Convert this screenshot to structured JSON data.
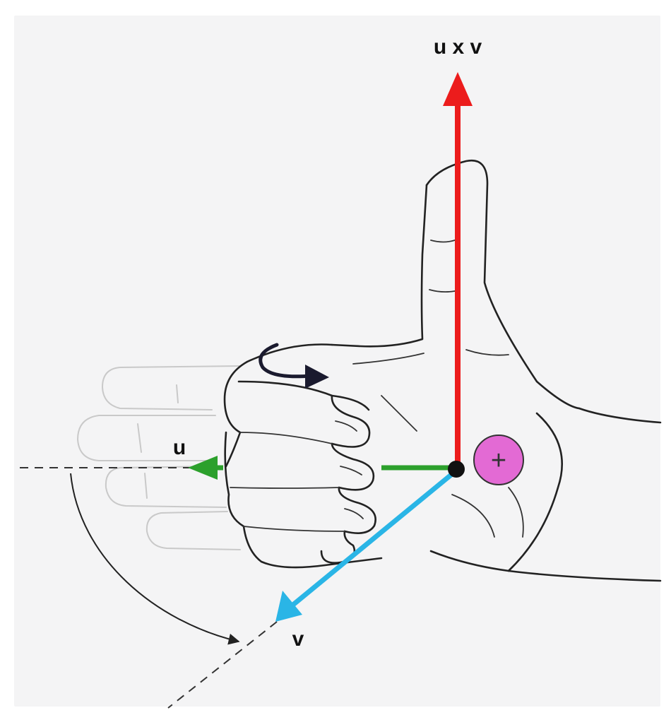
{
  "labels": {
    "cross": "u x v",
    "u": "u",
    "v": "v",
    "plus": "+"
  },
  "colors": {
    "background": "#f4f4f5",
    "cross_vector": "#ec1c1c",
    "u_vector": "#2ca02c",
    "v_vector": "#2ab5e6",
    "plus_circle": "#e36ad4",
    "curl_arrow": "#1a1a2e",
    "dashed_axis": "#333333"
  }
}
